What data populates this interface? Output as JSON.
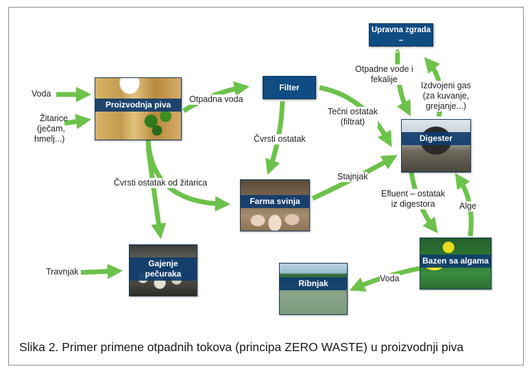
{
  "caption": "Slika 2. Primer primene otpadnih tokova (principa ZERO WASTE) u proizvodnji piva",
  "colors": {
    "arrow": "#6cc24a",
    "box_fill": "#0f4c82",
    "label_bar": "#0f3c6e"
  },
  "inputs": {
    "voda": "Voda",
    "zitarice": [
      "Žitarice",
      "(ječam,",
      "hmelj...)"
    ],
    "travnjak": "Travnjak"
  },
  "nodes": {
    "proizvodnja": "Proizvodnja piva",
    "filter": "Filter",
    "upravna": [
      "Upravna zgrada –",
      "kancelarije"
    ],
    "digester": "Digester",
    "farma": "Farma svinja",
    "gajenje": "Gajenje pečuraka",
    "bazen": "Bazen sa algama",
    "ribnjak": "Ribnjak"
  },
  "flows": {
    "otpadna_voda": "Otpadna voda",
    "cvrsti_ostatak": "Čvrsti ostatak",
    "tecni_ostatak": [
      "Tečni ostatak",
      "(filtrat)"
    ],
    "otpadne_vode": [
      "Otpadne vode i",
      "fekalije"
    ],
    "izdvojeni_gas": [
      "Izdvojeni gas",
      "(za kuvanje,",
      "grejanje...)"
    ],
    "cvrsti_zitarica": "Čvrsti ostatak od žitarica",
    "stajnjak": "Stajnjak",
    "efluent": [
      "Efluent – ostatak",
      "iz digestora"
    ],
    "alge": "Alge",
    "voda_out": "Voda"
  }
}
